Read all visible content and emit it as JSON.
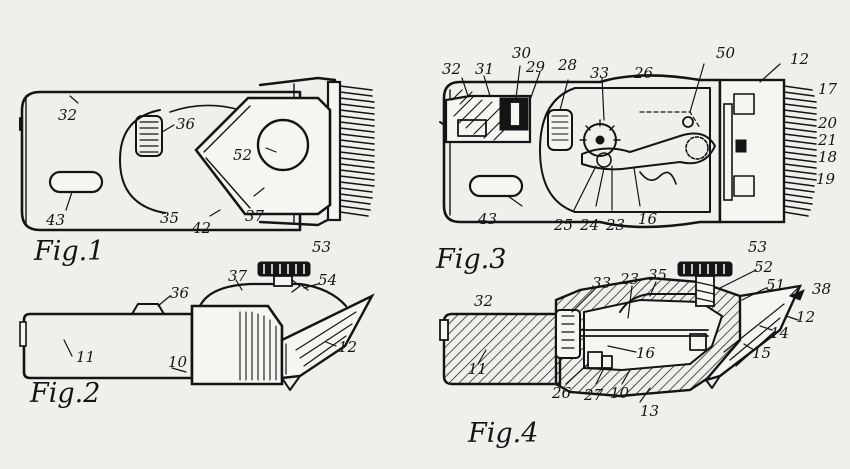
{
  "figures": [
    {
      "id": "fig1",
      "caption": "Fig.1",
      "labels": [
        "32",
        "36",
        "52",
        "37",
        "42",
        "35",
        "43"
      ]
    },
    {
      "id": "fig2",
      "caption": "Fig.2",
      "labels": [
        "53",
        "36",
        "37",
        "54",
        "12",
        "11",
        "10"
      ]
    },
    {
      "id": "fig3",
      "caption": "Fig.3",
      "labels": [
        "32",
        "31",
        "30",
        "29",
        "28",
        "33",
        "26",
        "50",
        "12",
        "17",
        "20",
        "21",
        "18",
        "19",
        "43",
        "25",
        "24",
        "23",
        "16"
      ]
    },
    {
      "id": "fig4",
      "caption": "Fig.4",
      "labels": [
        "53",
        "52",
        "51",
        "38",
        "12",
        "14",
        "15",
        "32",
        "33",
        "23",
        "35",
        "16",
        "11",
        "26",
        "27",
        "10",
        "13"
      ]
    }
  ],
  "colors": {
    "ink": "#141414",
    "paper": "#efefec"
  }
}
